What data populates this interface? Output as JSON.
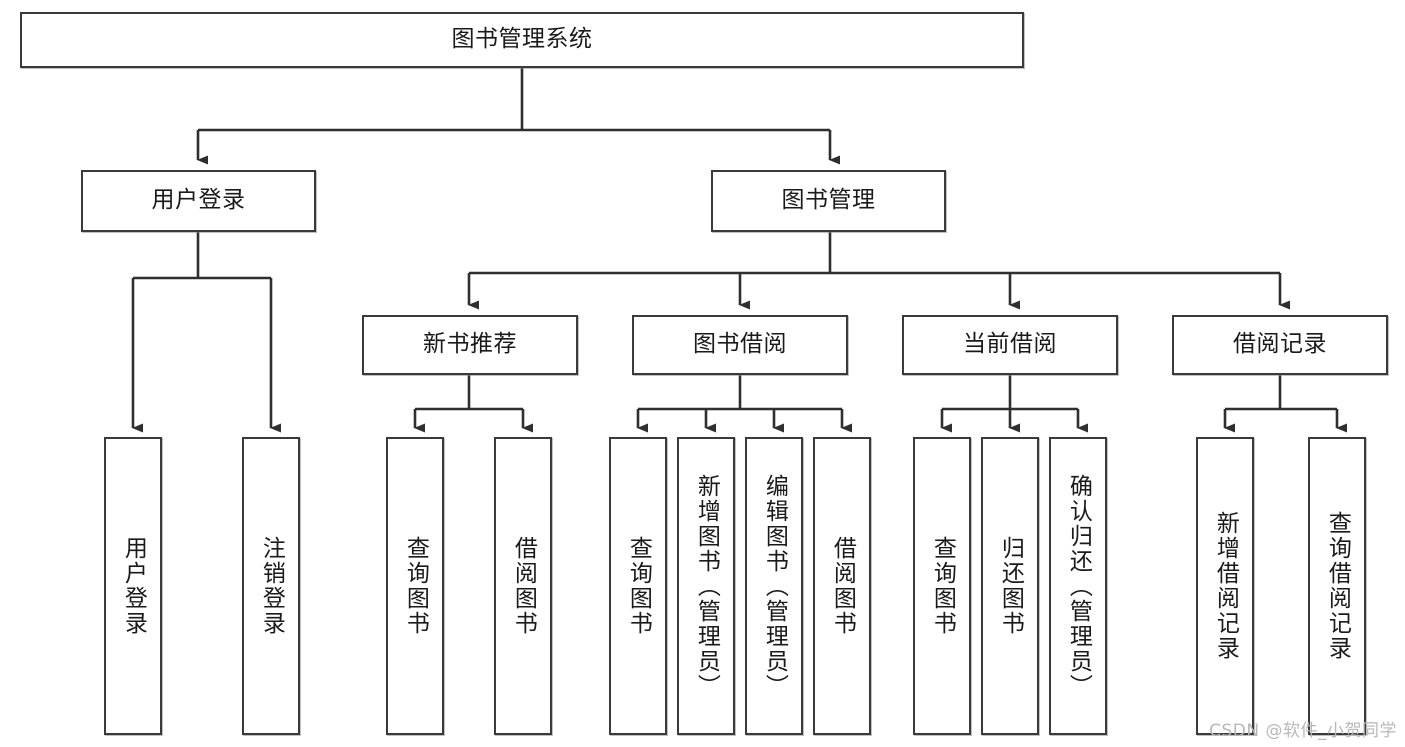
{
  "diagram": {
    "title": "图书管理系统",
    "watermark": "CSDN @软件_小贺同学",
    "colors": {
      "box_border": "#3a3a3a",
      "box_fill": "#ffffff",
      "line": "#2f2f2f",
      "text": "#1a1a1a",
      "watermark": "#b8b8b8"
    },
    "root": {
      "label": "图书管理系统"
    },
    "level2": [
      {
        "label": "用户登录"
      },
      {
        "label": "图书管理"
      }
    ],
    "level3": [
      {
        "label": "新书推荐"
      },
      {
        "label": "图书借阅"
      },
      {
        "label": "当前借阅"
      },
      {
        "label": "借阅记录"
      }
    ],
    "leaves": {
      "user_login": [
        {
          "label": "用户登录"
        },
        {
          "label": "注销登录"
        }
      ],
      "new_book": [
        {
          "label": "查询图书"
        },
        {
          "label": "借阅图书"
        }
      ],
      "book_borrow": [
        {
          "label": "查询图书"
        },
        {
          "label": "新增图书（管理员）"
        },
        {
          "label": "编辑图书（管理员）"
        },
        {
          "label": "借阅图书"
        }
      ],
      "current_borrow": [
        {
          "label": "查询图书"
        },
        {
          "label": "归还图书"
        },
        {
          "label": "确认归还（管理员）"
        }
      ],
      "borrow_record": [
        {
          "label": "新增借阅记录"
        },
        {
          "label": "查询借阅记录"
        }
      ]
    }
  }
}
